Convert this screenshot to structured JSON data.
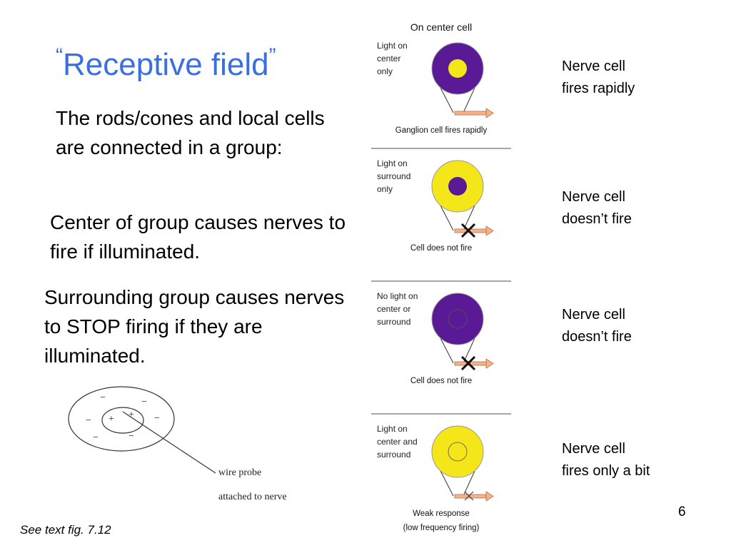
{
  "slide": {
    "title_open_quote": "“",
    "title_text": "Receptive field",
    "title_close_quote": "”",
    "paragraph_1": "The rods/cones and local cells are connected in a group:",
    "paragraph_2": "Center of group causes nerves to fire if illuminated.",
    "paragraph_3": "Surrounding group causes nerves to STOP firing if they are illuminated.",
    "footer": "See text fig. 7.12",
    "page_number": "6",
    "title_color": "#3a6fe0"
  },
  "probe_diagram": {
    "center_signs": [
      "+",
      "+"
    ],
    "surround_signs": [
      "−",
      "−",
      "−",
      "−",
      "−",
      "−"
    ],
    "label_line_1": "wire probe",
    "label_line_2": "attached to nerve"
  },
  "figure": {
    "title": "On center cell",
    "panels": [
      {
        "condition": [
          "Light on",
          "center",
          "only"
        ],
        "caption": [
          "Ganglion cell fires rapidly"
        ],
        "note": [
          "Nerve cell",
          "fires rapidly"
        ],
        "outer_color": "#5a1a96",
        "inner_color": "#f5e61a",
        "result_mark": "arrow"
      },
      {
        "condition": [
          "Light on",
          "surround",
          "only"
        ],
        "caption": [
          "Cell does not fire"
        ],
        "note": [
          "Nerve cell",
          "doesn’t fire"
        ],
        "outer_color": "#f5e61a",
        "inner_color": "#5a1a96",
        "result_mark": "x"
      },
      {
        "condition": [
          "No light on",
          "center or",
          "surround"
        ],
        "caption": [
          "Cell does not fire"
        ],
        "note": [
          "Nerve cell",
          "doesn’t fire"
        ],
        "outer_color": "#5a1a96",
        "inner_color": "#5a1a96",
        "result_mark": "x"
      },
      {
        "condition": [
          "Light on",
          "center and",
          "surround"
        ],
        "caption": [
          "Weak response",
          "(low frequency firing)"
        ],
        "note": [
          "Nerve cell",
          "fires only a bit"
        ],
        "outer_color": "#f5e61a",
        "inner_color": "#f5e61a",
        "result_mark": "weak"
      }
    ]
  }
}
